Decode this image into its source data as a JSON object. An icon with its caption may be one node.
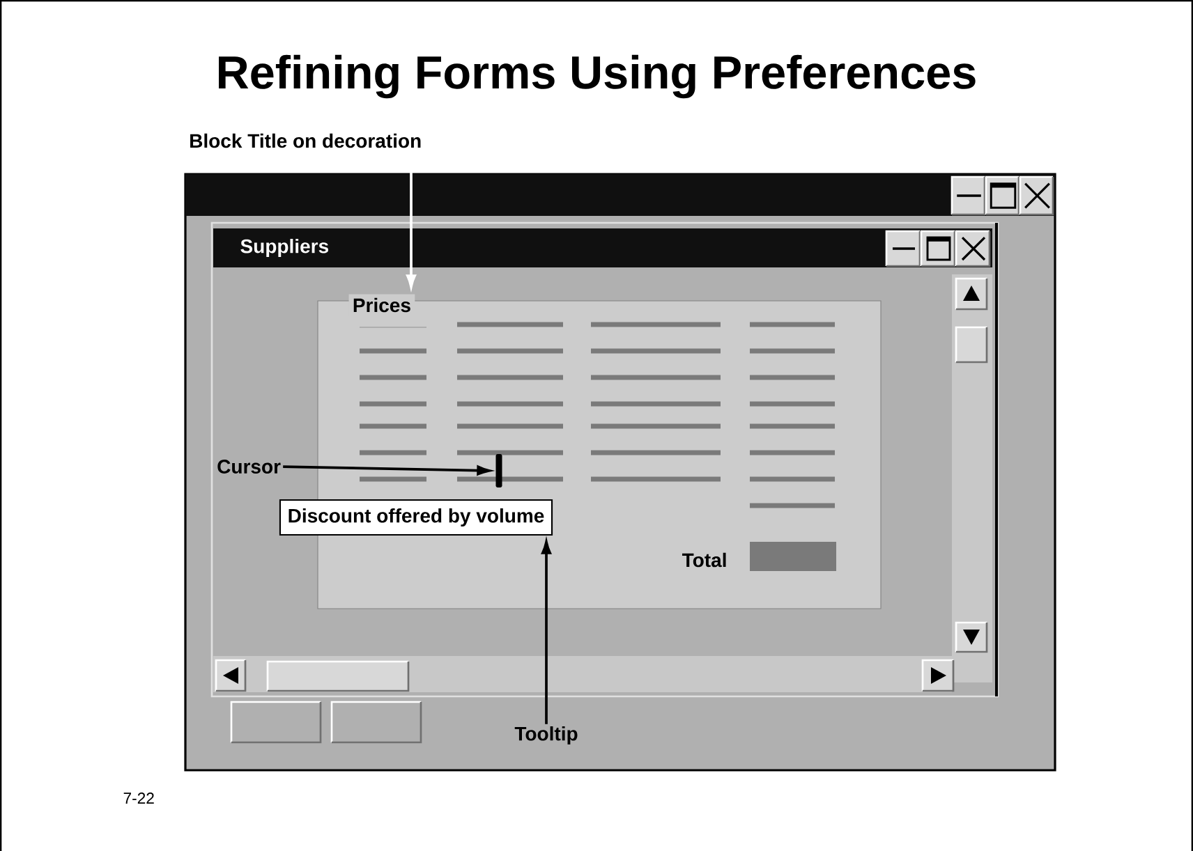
{
  "diagram": {
    "title": "Refining Forms Using Preferences",
    "nodes": [
      {
        "text": [],
        "shape": "box"
      },
      {
        "text": [
          "Suppliers"
        ],
        "in": 0
      },
      {
        "text": [
          "Prices"
        ],
        "in": 1
      },
      {
        "text": [
          "Block Title on decoration"
        ]
      },
      {
        "text": [
          "Cursor"
        ],
        "in": 1
      },
      {
        "text": [],
        "shape": "bar",
        "in": 2
      },
      {
        "text": [
          "Discount offered by volume"
        ],
        "in": 1
      },
      {
        "text": [
          "Tooltip"
        ],
        "in": 0
      }
    ],
    "edges": [
      {
        "from": 3,
        "to": 2,
        "arrow": "to",
        "color": "#ffffff"
      },
      {
        "from": 4,
        "to": 5,
        "arrow": "to"
      },
      {
        "from": 7,
        "to": 6,
        "arrow": "to"
      }
    ],
    "labels": [
      "Total",
      "7-22"
    ]
  }
}
